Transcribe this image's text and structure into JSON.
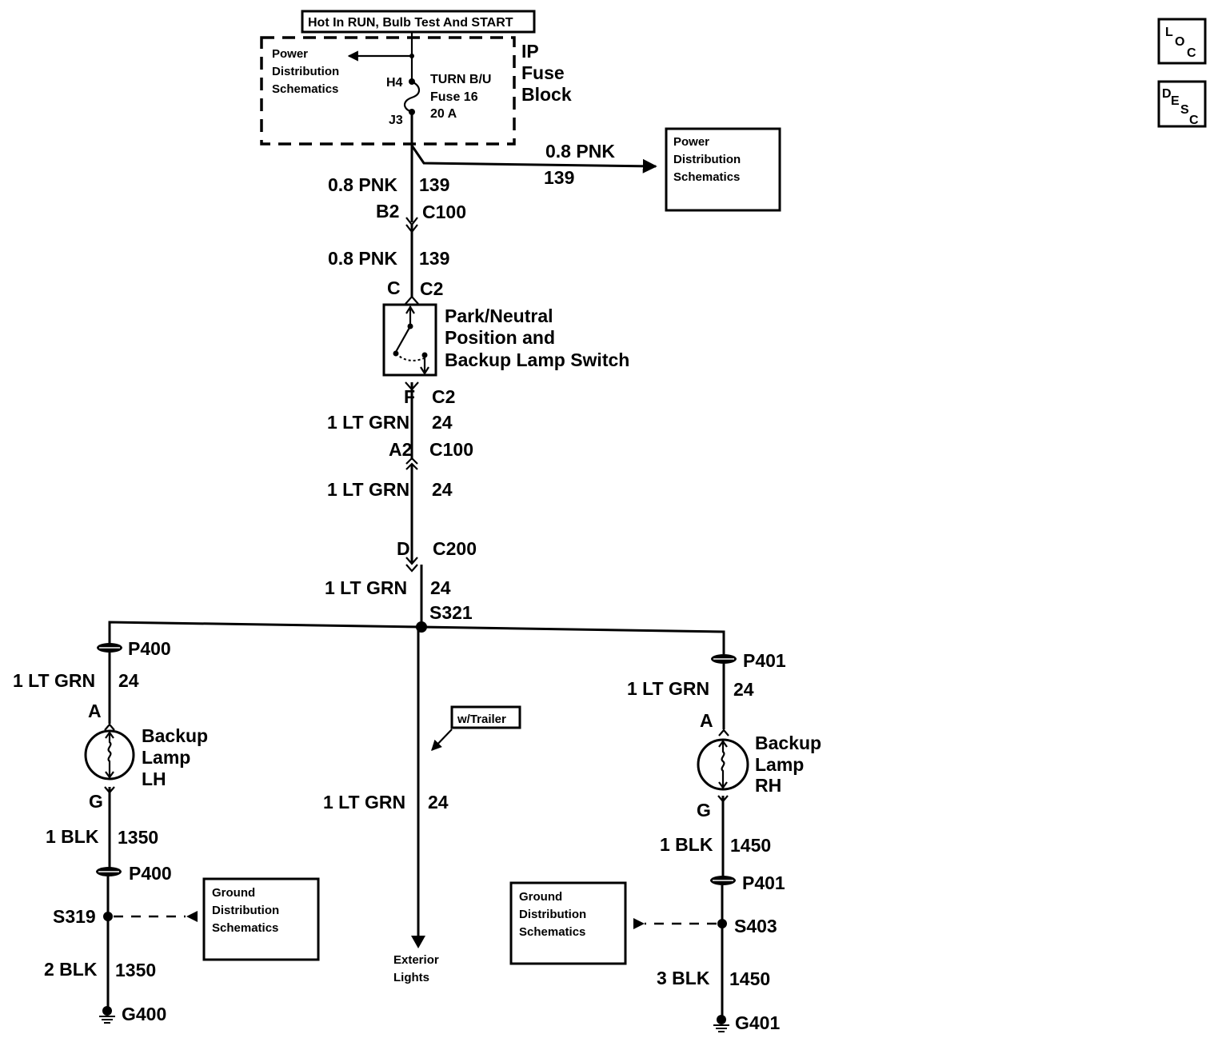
{
  "header": {
    "condition_label": "Hot In RUN, Bulb Test And START",
    "loc_button": {
      "letters": [
        "L",
        "O",
        "C"
      ]
    },
    "desc_button": {
      "letters": [
        "D",
        "E",
        "S",
        "C"
      ]
    }
  },
  "fuse_block": {
    "name_lines": [
      "IP",
      "Fuse",
      "Block"
    ],
    "ref_lines": [
      "Power",
      "Distribution",
      "Schematics"
    ],
    "fuse_lines": [
      "TURN B/U",
      "Fuse 16",
      "20 A"
    ],
    "terminal_in": "H4",
    "terminal_out": "J3"
  },
  "power_ref_box": {
    "lines": [
      "Power",
      "Distribution",
      "Schematics"
    ],
    "wire_gauge_color": "0.8 PNK",
    "circuit": "139"
  },
  "segments": [
    {
      "id": "seg1",
      "wire": "0.8 PNK",
      "circuit": "139"
    },
    {
      "id": "seg2",
      "wire": "0.8 PNK",
      "circuit": "139"
    },
    {
      "id": "seg3",
      "wire": "1 LT GRN",
      "circuit": "24"
    },
    {
      "id": "seg4",
      "wire": "1 LT GRN",
      "circuit": "24"
    },
    {
      "id": "seg5",
      "wire": "1 LT GRN",
      "circuit": "24"
    }
  ],
  "connectors": {
    "c100_top": {
      "pin": "B2",
      "name": "C100"
    },
    "c2_top": {
      "pin": "C",
      "name": "C2"
    },
    "c2_bottom": {
      "pin": "F",
      "name": "C2"
    },
    "c100_bottom": {
      "pin": "A2",
      "name": "C100"
    },
    "c200": {
      "pin": "D",
      "name": "C200"
    }
  },
  "switch": {
    "name_lines": [
      "Park/Neutral",
      "Position and",
      "Backup Lamp Switch"
    ]
  },
  "splice_main": "S321",
  "trailer": {
    "option_label": "w/Trailer",
    "wire": "1 LT GRN",
    "circuit": "24",
    "destination_lines": [
      "Exterior",
      "Lights"
    ]
  },
  "lh_branch": {
    "connector_top": "P400",
    "wire_top": "1 LT GRN",
    "circuit_top": "24",
    "pin_in": "A",
    "lamp_lines": [
      "Backup",
      "Lamp",
      "LH"
    ],
    "pin_out": "G",
    "wire_mid": "1 BLK",
    "circuit_mid": "1350",
    "connector_bottom": "P400",
    "splice": "S319",
    "ground_ref_lines": [
      "Ground",
      "Distribution",
      "Schematics"
    ],
    "wire_bottom": "2 BLK",
    "circuit_bottom": "1350",
    "ground": "G400"
  },
  "rh_branch": {
    "connector_top": "P401",
    "wire_top": "1 LT GRN",
    "circuit_top": "24",
    "pin_in": "A",
    "lamp_lines": [
      "Backup",
      "Lamp",
      "RH"
    ],
    "pin_out": "G",
    "wire_mid": "1 BLK",
    "circuit_mid": "1450",
    "connector_bottom": "P401",
    "splice": "S403",
    "ground_ref_lines": [
      "Ground",
      "Distribution",
      "Schematics"
    ],
    "wire_bottom": "3 BLK",
    "circuit_bottom": "1450",
    "ground": "G401"
  }
}
